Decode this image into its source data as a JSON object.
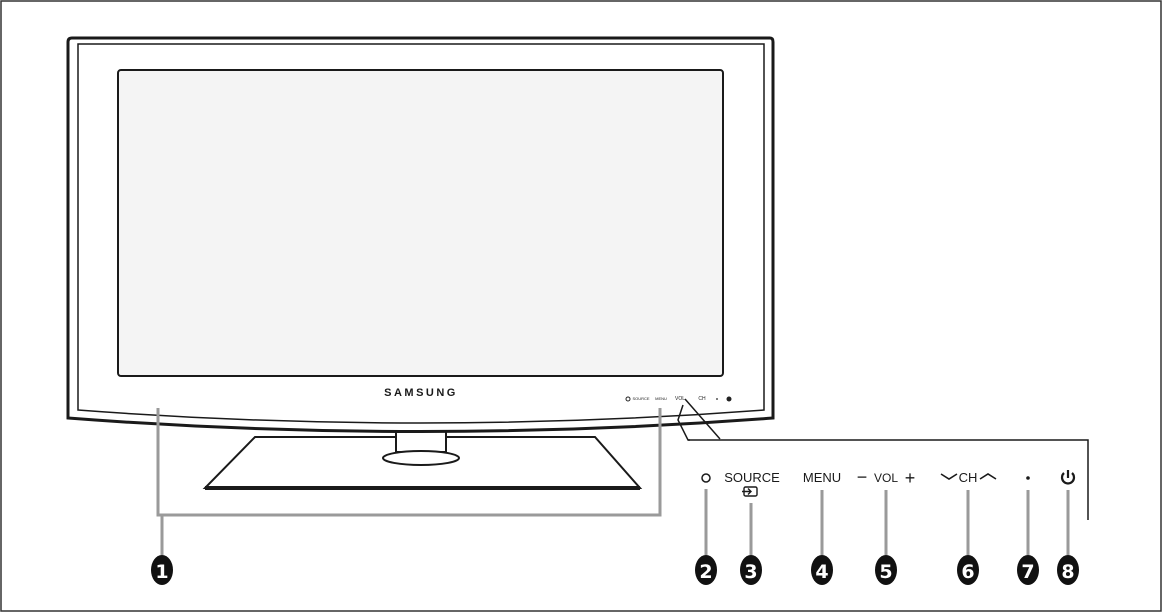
{
  "brand": "SAMSUNG",
  "panel": {
    "source_label": "SOURCE",
    "menu_label": "MENU",
    "vol_label": "VOL",
    "vol_minus": "−",
    "vol_plus": "+",
    "ch_label": "CH",
    "ch_down": "﹀",
    "ch_up": "︿"
  },
  "callouts": [
    "1",
    "2",
    "3",
    "4",
    "5",
    "6",
    "7",
    "8"
  ],
  "icons": {
    "power": "power-icon",
    "source": "source-input-icon",
    "sensor": "remote-sensor-icon",
    "indicator": "power-indicator-icon"
  },
  "colors": {
    "bezel": "#1a1a1a",
    "screen_fill": "#f4f4f4",
    "callout_bg": "#111111",
    "leader_line": "#9a9a9a"
  }
}
